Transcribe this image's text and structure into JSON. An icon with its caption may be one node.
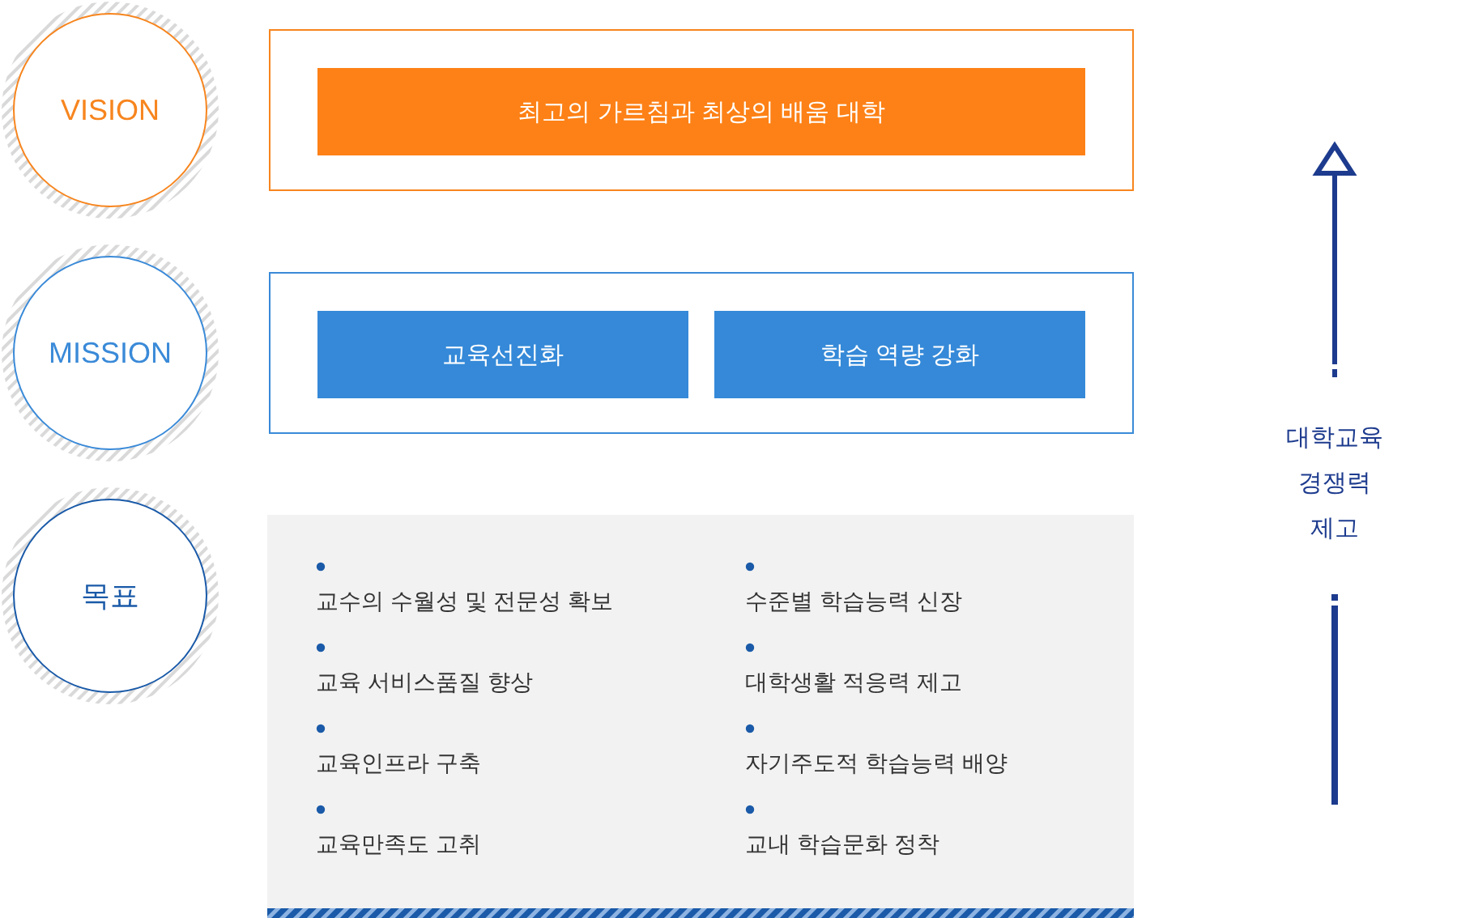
{
  "diagram": {
    "nodes": [
      {
        "text": [
          "VISION"
        ]
      },
      {
        "text": [],
        "shape": "box"
      },
      {
        "text": [
          "최고의 가르침과 최상의 배움 대학"
        ],
        "in": 1
      },
      {
        "text": [
          "MISSION"
        ]
      },
      {
        "text": [],
        "shape": "box"
      },
      {
        "text": [
          "교육선진화"
        ],
        "in": 4
      },
      {
        "text": [
          "학습 역량 강화"
        ],
        "in": 4
      },
      {
        "text": [
          "목표"
        ]
      },
      {
        "text": [
          "교수의 수월성 및 전문성 확보",
          "교육 서비스품질 향상",
          "교육인프라 구축",
          "교육만족도 고취",
          "수준별 학습능력 신장",
          "대학생활 적응력 제고",
          "자기주도적 학습능력 배양",
          "교내 학습문화 정착"
        ]
      }
    ],
    "labels": [
      "대학교육 경쟁력 제고"
    ]
  }
}
